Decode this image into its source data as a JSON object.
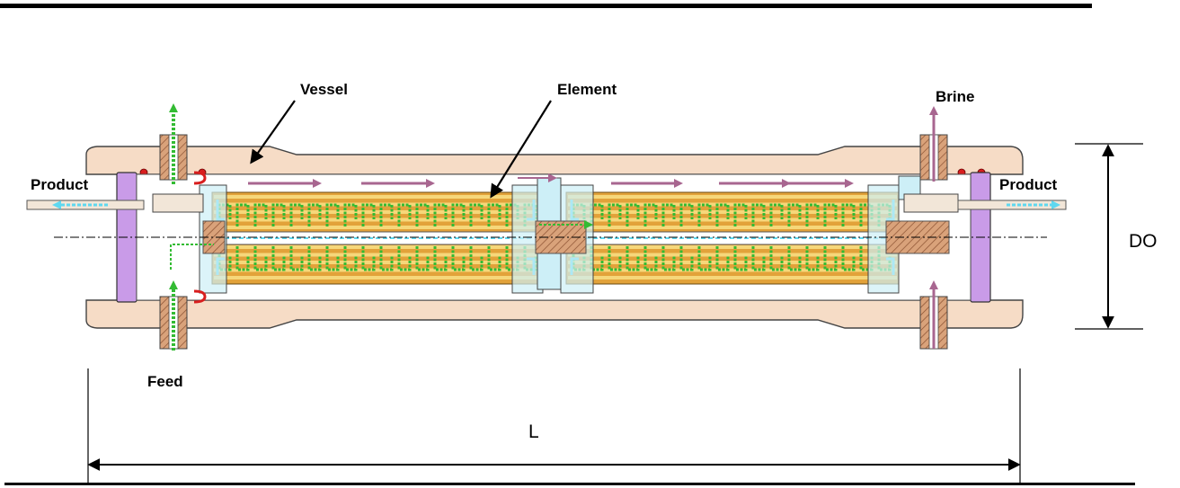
{
  "diagram": {
    "labels": {
      "vessel": "Vessel",
      "element": "Element",
      "brine": "Brine",
      "product_left": "Product",
      "product_right": "Product",
      "feed": "Feed",
      "length": "L",
      "outer_diameter": "DO"
    },
    "colors": {
      "vessel_body": "#F6DCC6",
      "end_cap": "#C99BE8",
      "element_wrap": "#E2A23A",
      "membrane_stripe": "#F6D77A",
      "permeate_flow": "#33BB33",
      "brine_flow": "#A86690",
      "product_flow": "#5FD8F0",
      "coupling": "#CDEFF7",
      "seal_ring": "#D81E1E",
      "hatched_plug": "#C98A5E"
    }
  }
}
